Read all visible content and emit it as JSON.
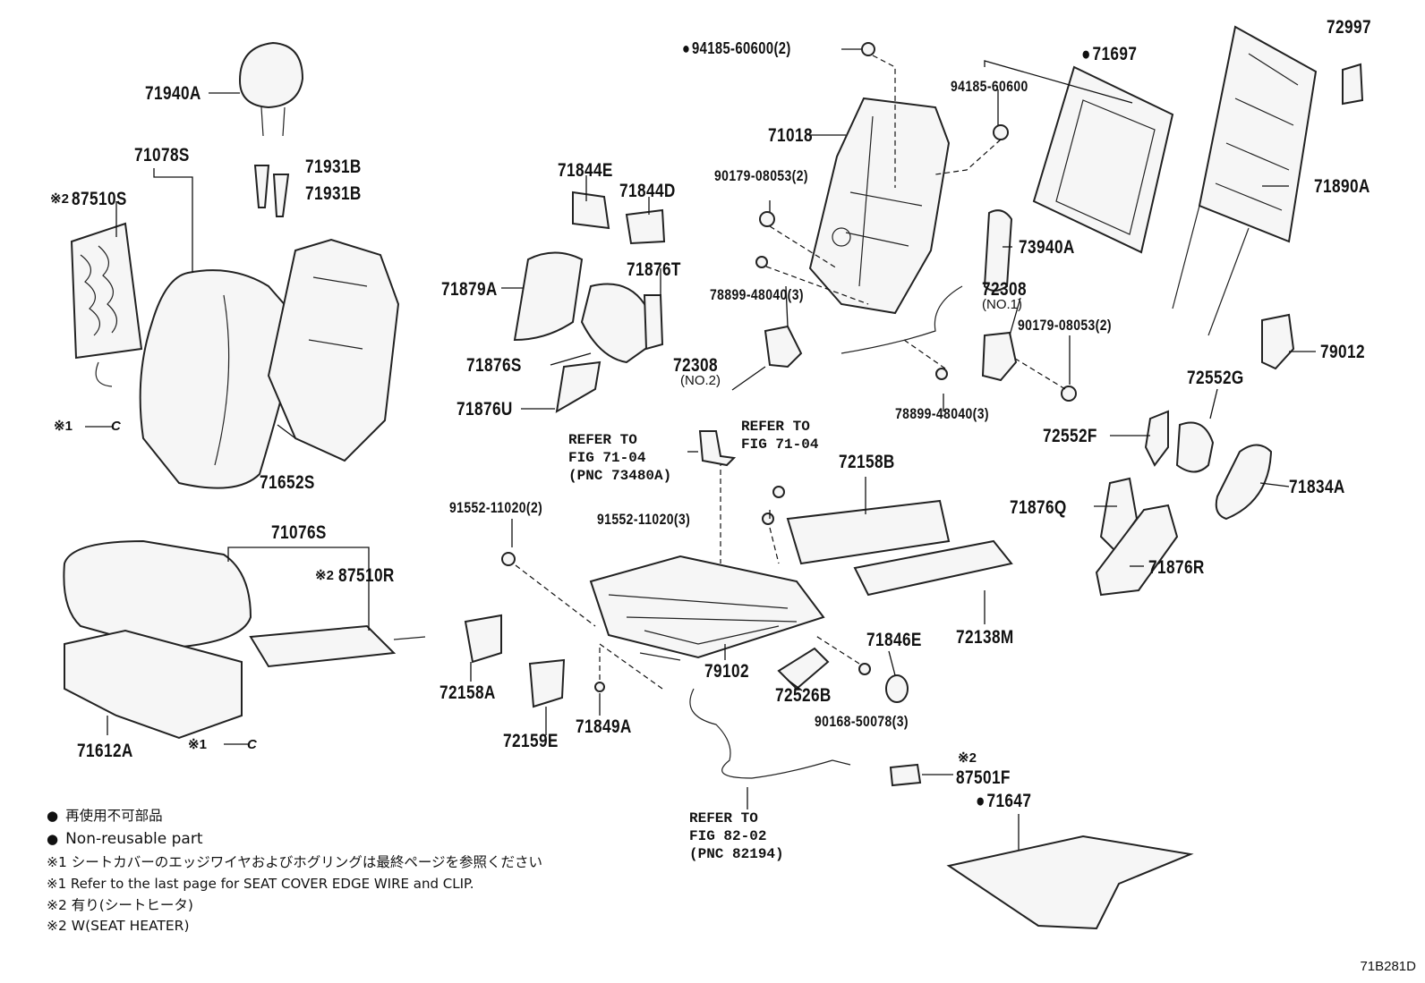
{
  "diagram_id": "71B281D",
  "parts": {
    "p71940A": "71940A",
    "p71931B_1": "71931B",
    "p71931B_2": "71931B",
    "p71078S": "71078S",
    "p87510S": "87510S",
    "p71652S": "71652S",
    "p71844E": "71844E",
    "p71844D": "71844D",
    "p71876T": "71876T",
    "p71879A": "71879A",
    "p71876S": "71876S",
    "p71876U": "71876U",
    "p94185_60600_2": "94185-60600(2)",
    "p94185_60600": "94185-60600",
    "p71018": "71018",
    "p90179_08053_2a": "90179-08053(2)",
    "p73940A": "73940A",
    "p78899_48040_3a": "78899-48040(3)",
    "p72308a": "72308",
    "p72308a_sub": "(NO.1)",
    "p72308b": "72308",
    "p72308b_sub": "(NO.2)",
    "p90179_08053_2b": "90179-08053(2)",
    "p78899_48040_3b": "78899-48040(3)",
    "p71697": "71697",
    "p72997": "72997",
    "p71890A": "71890A",
    "p79012": "79012",
    "p72552G": "72552G",
    "p72552F": "72552F",
    "p71834A": "71834A",
    "p71876Q": "71876Q",
    "p71876R": "71876R",
    "p72158B": "72158B",
    "p72138M": "72138M",
    "p71846E": "71846E",
    "p72526B": "72526B",
    "p90168_50078_3": "90168-50078(3)",
    "p79102": "79102",
    "p91552_11020_2": "91552-11020(2)",
    "p91552_11020_3": "91552-11020(3)",
    "p72158A": "72158A",
    "p72159E": "72159E",
    "p71849A": "71849A",
    "p71076S": "71076S",
    "p87510R": "87510R",
    "p71612A": "71612A",
    "p87501F": "87501F",
    "p71647": "71647"
  },
  "refs": {
    "ref1": [
      "REFER TO",
      "FIG 71-04",
      "(PNC 73480A)"
    ],
    "ref2": [
      "REFER TO",
      "FIG 71-04"
    ],
    "ref3": [
      "REFER TO",
      "FIG 82-02",
      "(PNC 82194)"
    ]
  },
  "marks": {
    "x2": "※2",
    "x1": "※1",
    "clip": "C"
  },
  "notes": [
    "再使用不可部品",
    "Non-reusable part",
    "※1 シートカバーのエッジワイヤおよびホグリングは最終ページを参照ください",
    "※1 Refer to the last page for SEAT COVER EDGE WIRE and CLIP.",
    "※2 有り(シートヒータ)",
    "※2 W(SEAT HEATER)"
  ]
}
